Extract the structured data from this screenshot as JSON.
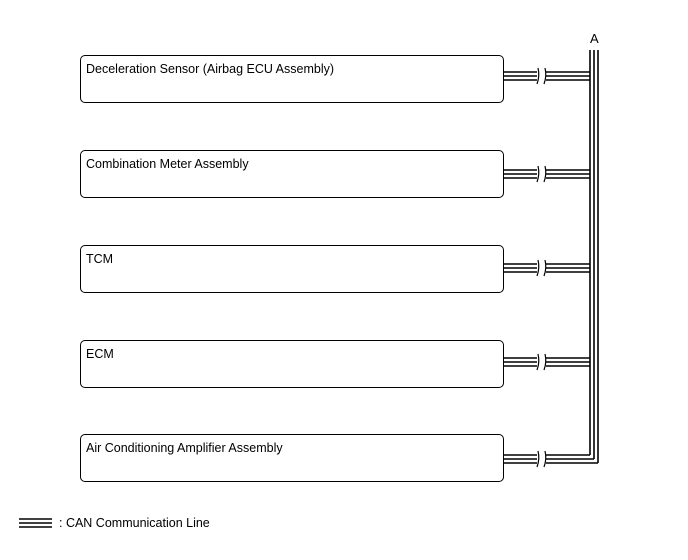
{
  "junction": {
    "label": "A"
  },
  "ecus": [
    {
      "id": "deceleration-sensor",
      "label": "Deceleration Sensor (Airbag ECU Assembly)"
    },
    {
      "id": "combination-meter",
      "label": "Combination Meter Assembly"
    },
    {
      "id": "tcm",
      "label": "TCM"
    },
    {
      "id": "ecm",
      "label": "ECM"
    },
    {
      "id": "air-conditioning-amplifier",
      "label": "Air Conditioning Amplifier Assembly"
    }
  ],
  "legend": {
    "text": ": CAN Communication Line"
  },
  "colors": {
    "line": "#000000",
    "background": "#ffffff"
  }
}
